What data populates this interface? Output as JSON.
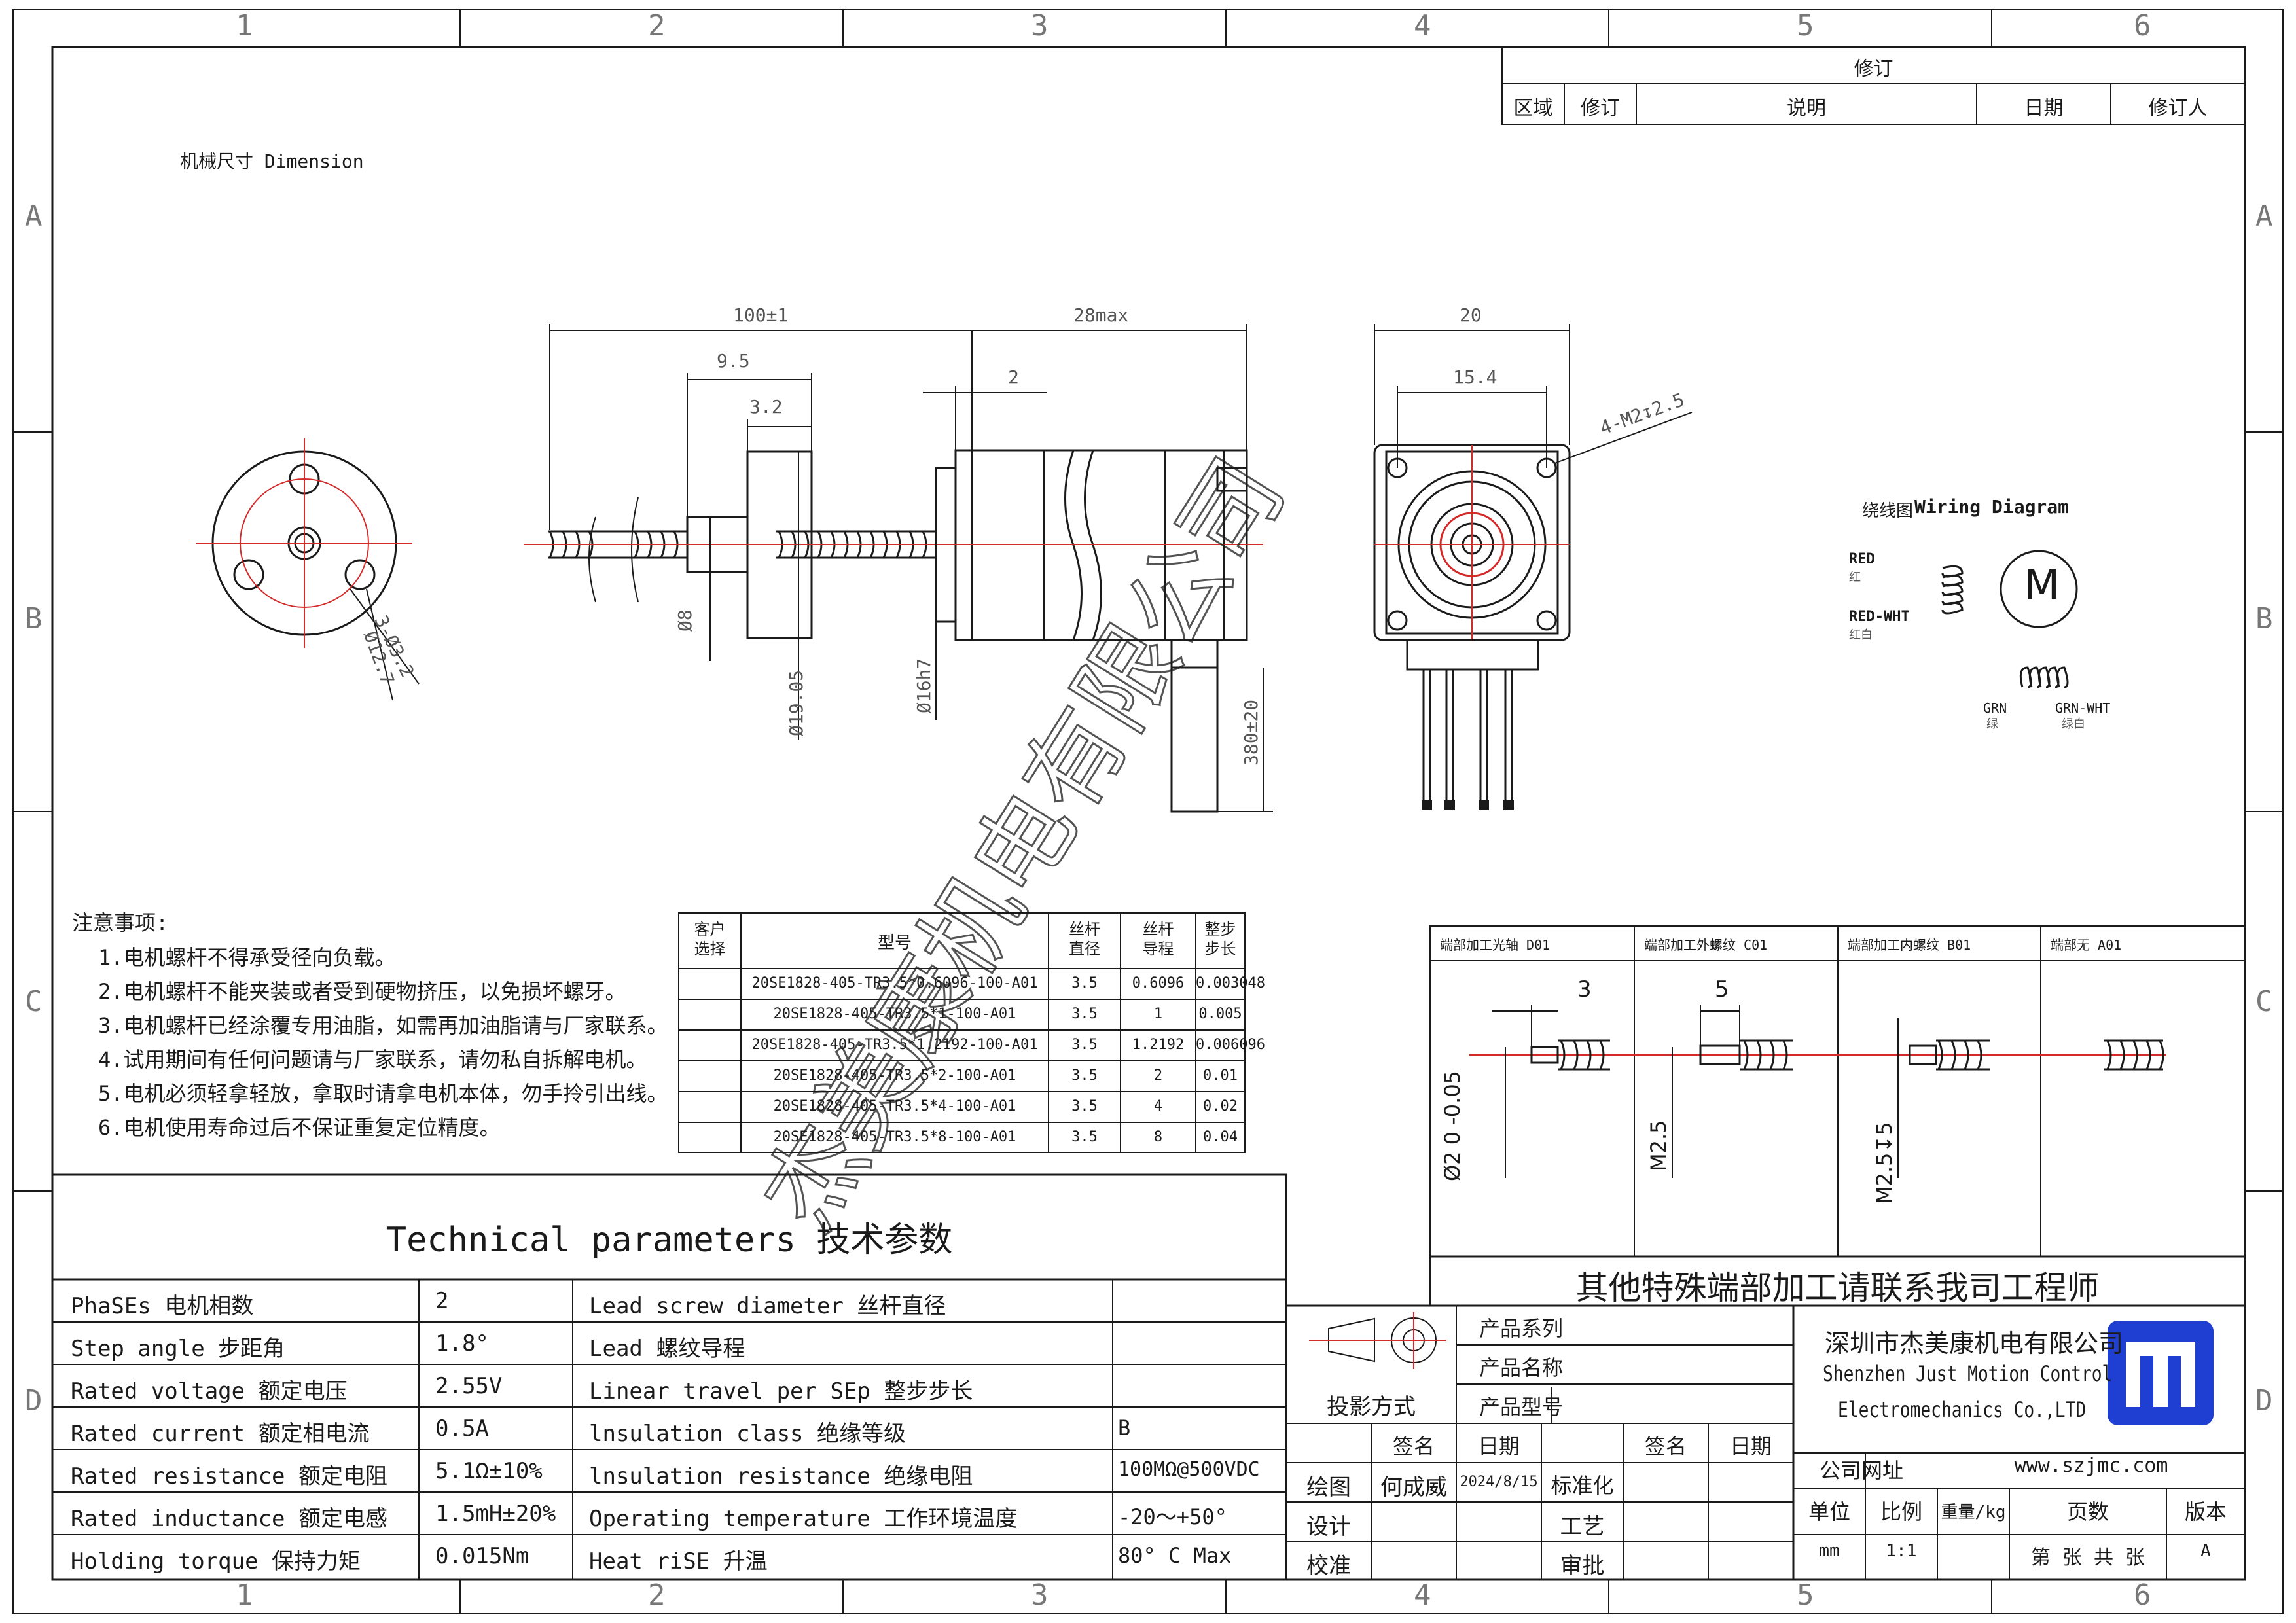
{
  "frame": {
    "columns": [
      "1",
      "2",
      "3",
      "4",
      "5",
      "6"
    ],
    "rows": [
      "A",
      "B",
      "C",
      "D"
    ]
  },
  "revision_table": {
    "title": "修订",
    "headers": [
      "区域",
      "修订",
      "说明",
      "日期",
      "修订人"
    ]
  },
  "dimension_label": "机械尺寸 Dimension",
  "drawing_dims": {
    "overall_length": "100±1",
    "body_length": "28max",
    "nut_length": "9.5",
    "nut_flange": "3.2",
    "boss_height": "2",
    "screw_diameter": "Ø8",
    "nut_diameter": "Ø19.05",
    "boss_diameter": "Ø16h7",
    "lead_length": "380±20",
    "front_width": "20",
    "hole_spacing": "15.4",
    "mount_holes": "4-M2↧2.5",
    "nut_holes": "3-Ø3.2",
    "nut_pcd": "Ø12.7"
  },
  "wiring": {
    "title_cn": "绕线图",
    "title_en": "Wiring  Diagram",
    "motor_letter": "M",
    "wires": [
      {
        "en": "RED",
        "cn": "红"
      },
      {
        "en": "RED-WHT",
        "cn": "红白"
      },
      {
        "en": "GRN",
        "cn": "绿"
      },
      {
        "en": "GRN-WHT",
        "cn": "绿白"
      }
    ]
  },
  "notes": {
    "title": "注意事项:",
    "items": [
      "1.电机螺杆不得承受径向负载。",
      "2.电机螺杆不能夹装或者受到硬物挤压，以免损坏螺牙。",
      "3.电机螺杆已经涂覆专用油脂，如需再加油脂请与厂家联系。",
      "4.试用期间有任何问题请与厂家联系，请勿私自拆解电机。",
      "5.电机必须轻拿轻放，拿取时请拿电机本体，勿手拎引出线。",
      "6.电机使用寿命过后不保证重复定位精度。"
    ]
  },
  "model_table": {
    "headers": [
      "客户\n选择",
      "型号",
      "丝杆\n直径",
      "丝杆\n导程",
      "整步\n步长"
    ],
    "rows": [
      [
        "",
        "20SE1828-405-TR3.5*0.6096-100-A01",
        "3.5",
        "0.6096",
        "0.003048"
      ],
      [
        "",
        "20SE1828-405-TR3.5*1-100-A01",
        "3.5",
        "1",
        "0.005"
      ],
      [
        "",
        "20SE1828-405-TR3.5*1.2192-100-A01",
        "3.5",
        "1.2192",
        "0.006096"
      ],
      [
        "",
        "20SE1828-405-TR3.5*2-100-A01",
        "3.5",
        "2",
        "0.01"
      ],
      [
        "",
        "20SE1828-405-TR3.5*4-100-A01",
        "3.5",
        "4",
        "0.02"
      ],
      [
        "",
        "20SE1828-405-TR3.5*8-100-A01",
        "3.5",
        "8",
        "0.04"
      ]
    ]
  },
  "end_machining": {
    "panels": [
      {
        "title": "端部加工光轴 D01",
        "dim_top": "3",
        "dim_side": "Ø2 0 -0.05"
      },
      {
        "title": "端部加工外螺纹 C01",
        "dim_top": "5",
        "dim_side": "M2.5"
      },
      {
        "title": "端部加工内螺纹 B01",
        "dim_top": "",
        "dim_side": "M2.5↧5"
      },
      {
        "title": "端部无 A01",
        "dim_top": "",
        "dim_side": ""
      }
    ],
    "footer": "其他特殊端部加工请联系我司工程师"
  },
  "tech_params": {
    "title": "Technical parameters 技术参数",
    "rows": [
      [
        "PhaSEs  电机相数",
        "2",
        "Lead screw diameter 丝杆直径",
        ""
      ],
      [
        "Step angle 步距角",
        "1.8°",
        "Lead 螺纹导程",
        ""
      ],
      [
        "Rated voltage 额定电压",
        "2.55V",
        "Linear travel per SEp 整步步长",
        ""
      ],
      [
        "Rated current 额定相电流",
        "0.5A",
        "lnsulation class 绝缘等级",
        "B"
      ],
      [
        "Rated resistance 额定电阻",
        "5.1Ω±10%",
        "lnsulation resistance 绝缘电阻",
        "100MΩ@500VDC"
      ],
      [
        "Rated inductance 额定电感",
        "1.5mH±20%",
        "Operating temperature 工作环境温度",
        "-20～+50°"
      ],
      [
        "Holding torque 保持力矩",
        "0.015Nm",
        "Heat riSE 升温",
        "80° C Max"
      ]
    ]
  },
  "title_block": {
    "projection": "投影方式",
    "product_series": "产品系列",
    "product_name": "产品名称",
    "product_model": "产品型号",
    "sign": "签名",
    "date": "日期",
    "sign2": "签名",
    "date2": "日期",
    "drawn": "绘图",
    "drawn_by": "何成威",
    "drawn_date": "2024/8/15",
    "standard": "标准化",
    "design": "设计",
    "process": "工艺",
    "check": "校准",
    "approve": "审批",
    "company_cn": "深圳市杰美康机电有限公司",
    "company_en1": "Shenzhen Just Motion Control",
    "company_en2": "Electromechanics Co.,LTD",
    "website_label": "公司网址",
    "website": "www.szjmc.com",
    "unit_label": "单位",
    "scale_label": "比例",
    "weight_label": "重量/kg",
    "pages_label": "页数",
    "version_label": "版本",
    "unit": "mm",
    "scale": "1:1",
    "pages": "第 张 共 张",
    "version": "A"
  },
  "watermark": "杰美康机电有限公司",
  "colors": {
    "line": "#1a1a1a",
    "center": "#d42a2a",
    "logo": "#1e3fd2"
  }
}
